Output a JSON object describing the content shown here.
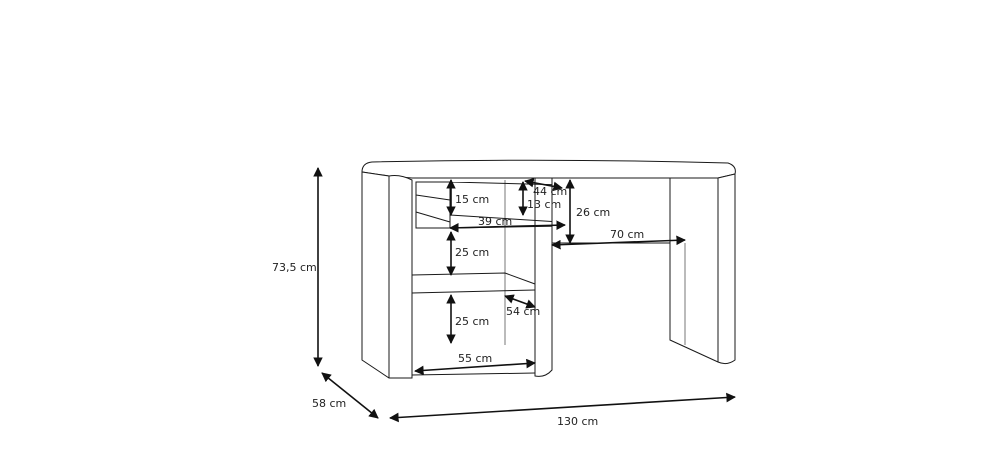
{
  "dimensions": {
    "height_total": "73,5 cm",
    "depth_total": "58 cm",
    "width_total": "130 cm",
    "drawer_height": "15 cm",
    "drawer_depth": "44 cm",
    "drawer_inner_height": "13 cm",
    "apron_height": "26 cm",
    "drawer_width": "39 cm",
    "knee_width": "70 cm",
    "shelf_upper_height": "25 cm",
    "shelf_depth": "54 cm",
    "shelf_lower_height": "25 cm",
    "cabinet_width": "55 cm"
  }
}
